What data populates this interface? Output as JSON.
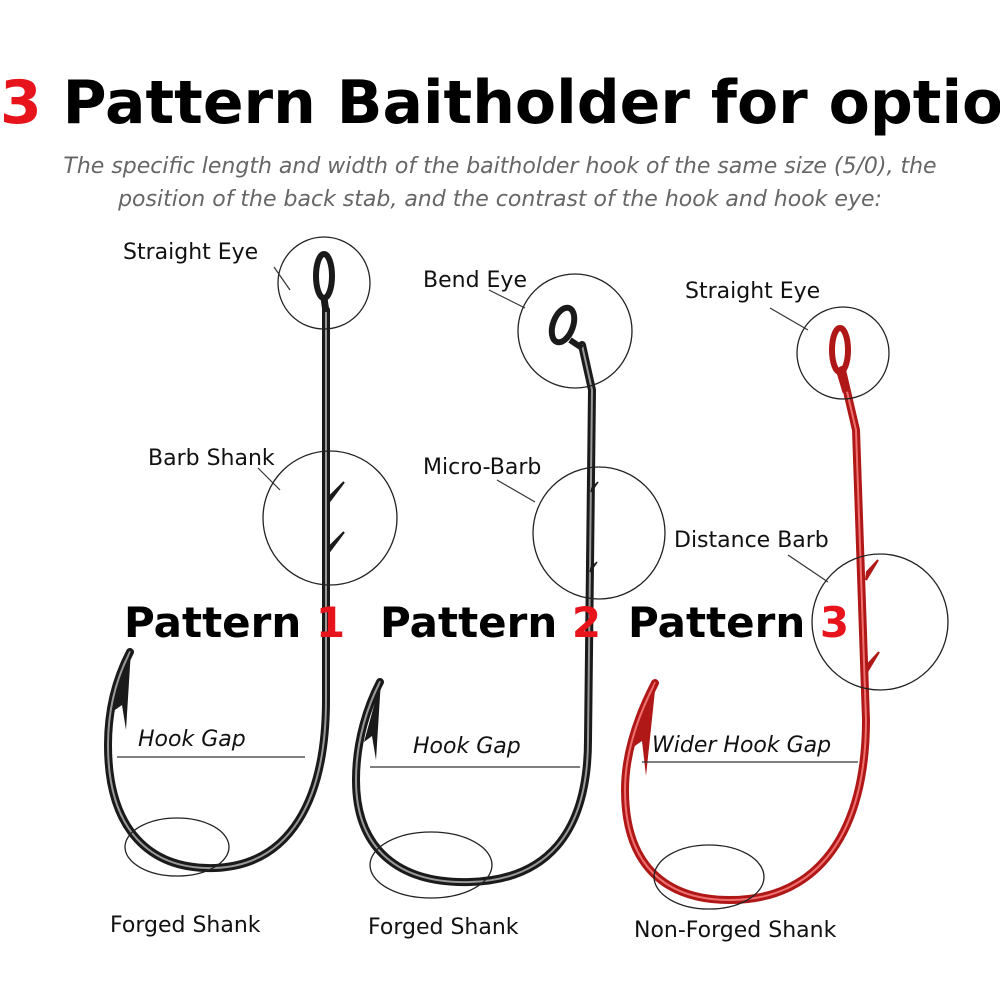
{
  "header": {
    "title_number": "3",
    "title_text": "Pattern Baitholder for option",
    "subtitle_line1": "The specific length and width of the baitholder hook of the same size (5/0), the",
    "subtitle_line2": "position of the back stab, and the contrast of the hook and hook eye:"
  },
  "colors": {
    "accent_red": "#e8141c",
    "hook_black": "#1a1a1a",
    "hook_red": "#b01818"
  },
  "patterns": [
    {
      "word": "Pattern",
      "number": "1",
      "eye_label": "Straight Eye",
      "barb_label": "Barb Shank",
      "gap_label": "Hook Gap",
      "shank_label": "Forged Shank"
    },
    {
      "word": "Pattern",
      "number": "2",
      "eye_label": "Bend Eye",
      "barb_label": "Micro-Barb",
      "gap_label": "Hook Gap",
      "shank_label": "Forged Shank"
    },
    {
      "word": "Pattern",
      "number": "3",
      "eye_label": "Straight Eye",
      "barb_label": "Distance Barb",
      "gap_label": "Wider Hook Gap",
      "shank_label": "Non-Forged Shank"
    }
  ]
}
